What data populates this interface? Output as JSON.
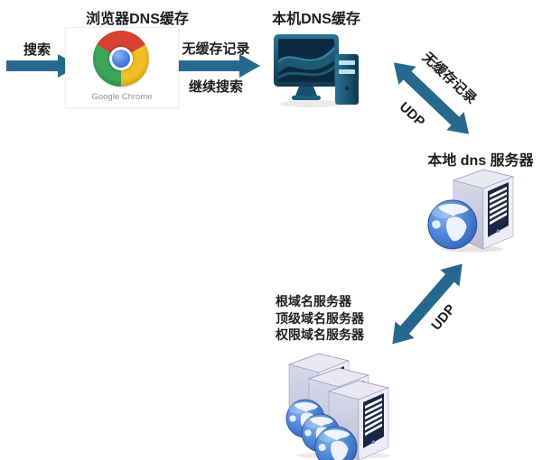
{
  "diagram": {
    "search_label": "搜索",
    "browser_cache": {
      "title": "浏览器DNS缓存",
      "caption": "Google Chrome"
    },
    "browser_to_os": {
      "top_label": "无缓存记录",
      "bottom_label": "继续搜索"
    },
    "os_cache": {
      "title": "本机DNS缓存"
    },
    "os_to_local_dns": {
      "label": "无缓存记录",
      "protocol": "UDP"
    },
    "local_dns": {
      "title": "本地 dns 服务器"
    },
    "local_to_root": {
      "protocol": "UDP"
    },
    "root_servers": {
      "lines": [
        "根域名服务器",
        "顶级域名服务器",
        "权限域名服务器"
      ]
    }
  },
  "colors": {
    "arrow": "#27688f",
    "text": "#1c1c1c",
    "chrome_red": "#d8402f",
    "chrome_yellow": "#f2c026",
    "chrome_green": "#3ba65a",
    "chrome_blue": "#4a7fe0",
    "computer_teal": "#1b5c7d",
    "server_body": "#cfcfe2",
    "server_panel": "#1b2742",
    "globe_blue": "#3f74c8"
  }
}
